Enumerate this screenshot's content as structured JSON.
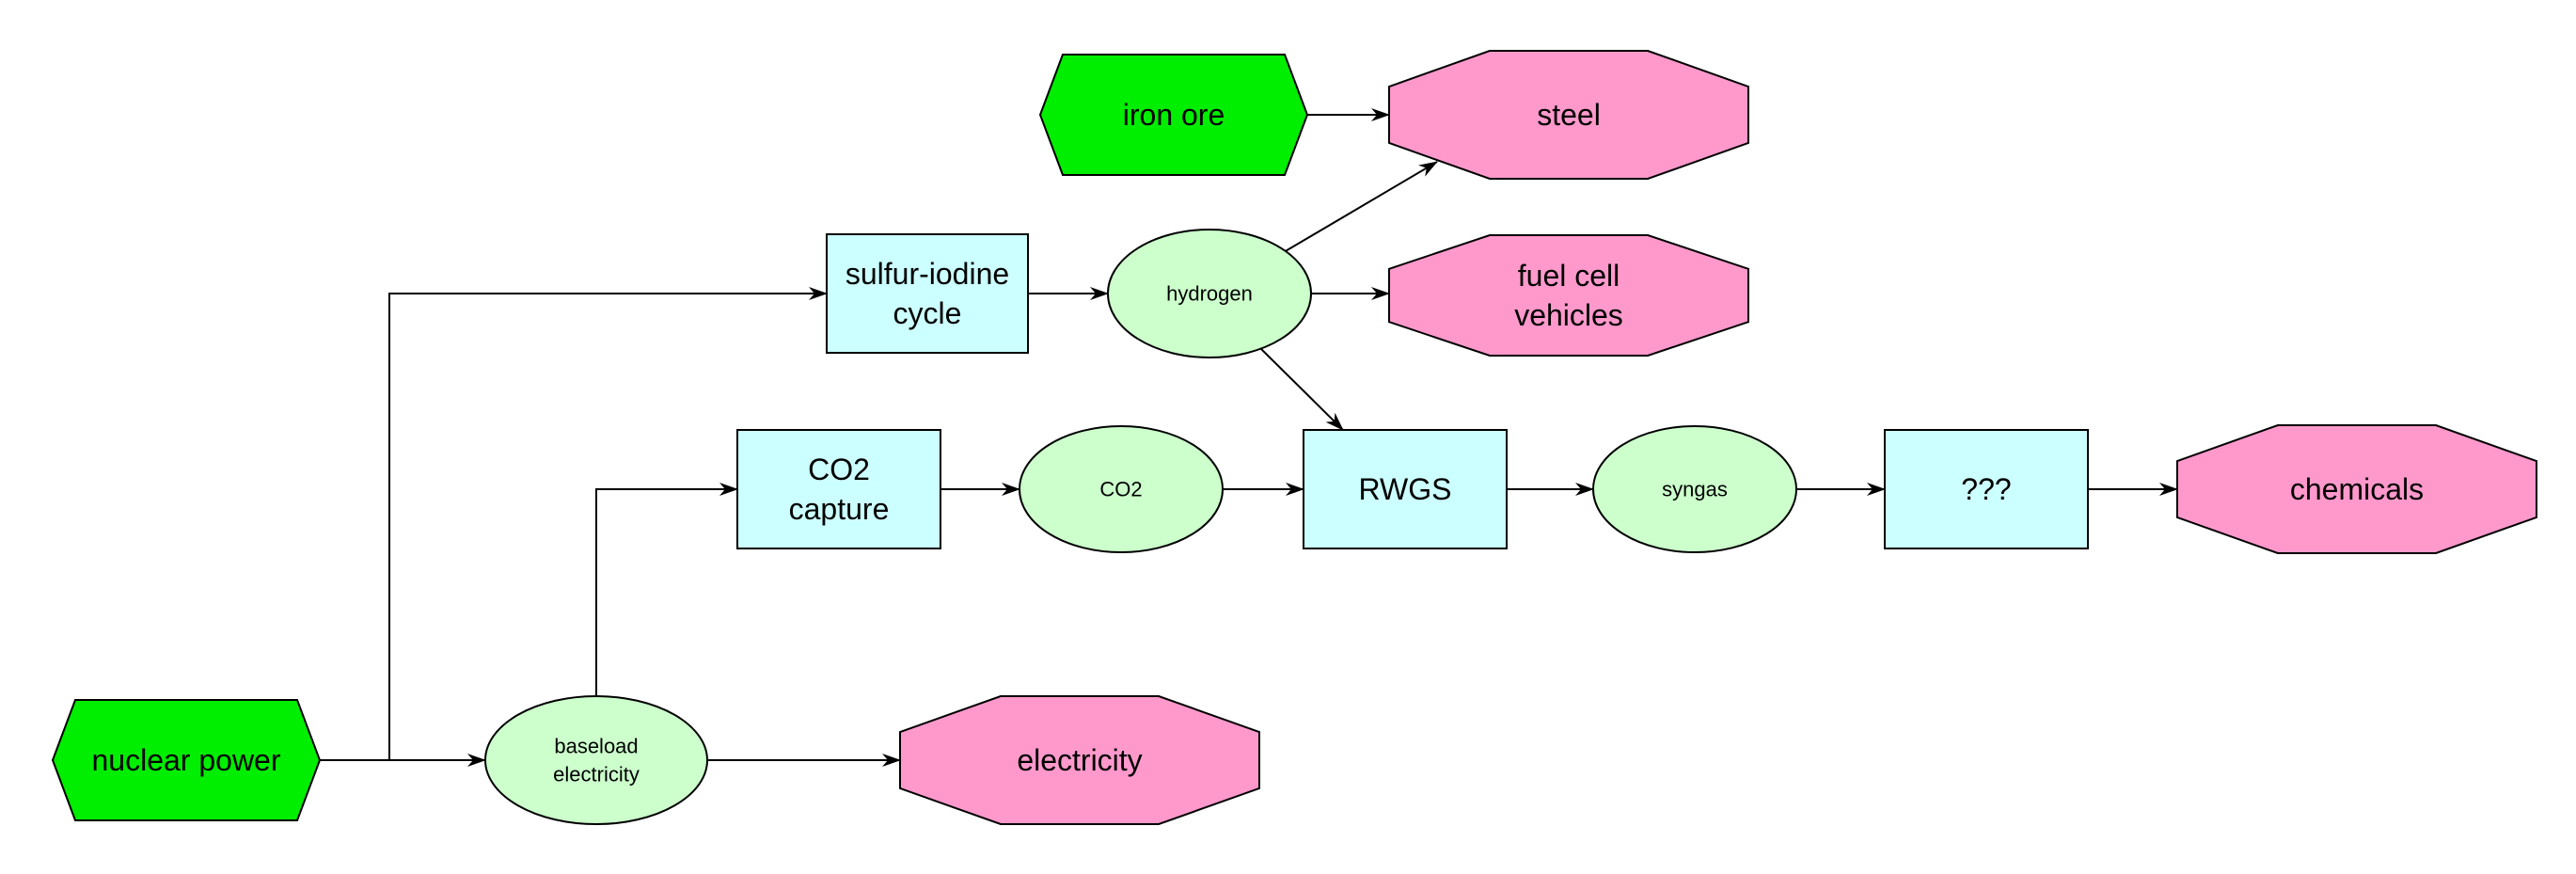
{
  "colors": {
    "input": "#00ee00",
    "process": "#ccffff",
    "intermediate": "#ccffcc",
    "product": "#ff99cc",
    "stroke": "#000000",
    "background": "#ffffff"
  },
  "nodes": {
    "nuclear_power": {
      "lines": [
        "nuclear power"
      ],
      "kind": "input",
      "shape": "hexagon"
    },
    "iron_ore": {
      "lines": [
        "iron ore"
      ],
      "kind": "input",
      "shape": "hexagon"
    },
    "baseload_electricity": {
      "lines": [
        "baseload",
        "electricity"
      ],
      "kind": "intermediate",
      "shape": "ellipse"
    },
    "hydrogen": {
      "lines": [
        "hydrogen"
      ],
      "kind": "intermediate",
      "shape": "ellipse"
    },
    "co2": {
      "lines": [
        "CO2"
      ],
      "kind": "intermediate",
      "shape": "ellipse"
    },
    "syngas": {
      "lines": [
        "syngas"
      ],
      "kind": "intermediate",
      "shape": "ellipse"
    },
    "sulfur_iodine_cycle": {
      "lines": [
        "sulfur-iodine",
        "cycle"
      ],
      "kind": "process",
      "shape": "box"
    },
    "co2_capture": {
      "lines": [
        "CO2",
        "capture"
      ],
      "kind": "process",
      "shape": "box"
    },
    "rwgs": {
      "lines": [
        "RWGS"
      ],
      "kind": "process",
      "shape": "box"
    },
    "unknown_process": {
      "lines": [
        "???"
      ],
      "kind": "process",
      "shape": "box"
    },
    "steel": {
      "lines": [
        "steel"
      ],
      "kind": "product",
      "shape": "octagon"
    },
    "fuel_cell_vehicles": {
      "lines": [
        "fuel cell",
        "vehicles"
      ],
      "kind": "product",
      "shape": "octagon"
    },
    "chemicals": {
      "lines": [
        "chemicals"
      ],
      "kind": "product",
      "shape": "octagon"
    },
    "electricity": {
      "lines": [
        "electricity"
      ],
      "kind": "product",
      "shape": "octagon"
    }
  },
  "edges": [
    {
      "from": "nuclear_power",
      "to": "baseload_electricity"
    },
    {
      "from": "nuclear_power",
      "to": "sulfur_iodine_cycle"
    },
    {
      "from": "baseload_electricity",
      "to": "electricity"
    },
    {
      "from": "baseload_electricity",
      "to": "co2_capture"
    },
    {
      "from": "sulfur_iodine_cycle",
      "to": "hydrogen"
    },
    {
      "from": "hydrogen",
      "to": "steel"
    },
    {
      "from": "hydrogen",
      "to": "fuel_cell_vehicles"
    },
    {
      "from": "hydrogen",
      "to": "rwgs"
    },
    {
      "from": "iron_ore",
      "to": "steel"
    },
    {
      "from": "co2_capture",
      "to": "co2"
    },
    {
      "from": "co2",
      "to": "rwgs"
    },
    {
      "from": "rwgs",
      "to": "syngas"
    },
    {
      "from": "syngas",
      "to": "unknown_process"
    },
    {
      "from": "unknown_process",
      "to": "chemicals"
    }
  ]
}
